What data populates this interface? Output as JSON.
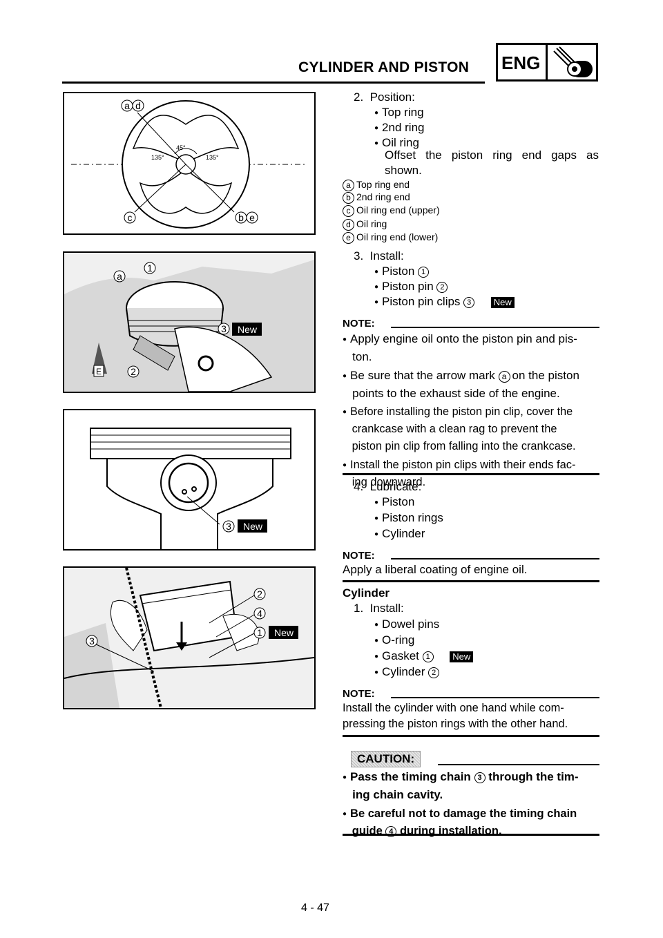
{
  "header": {
    "title": "CYLINDER AND PISTON",
    "section": "ENG"
  },
  "step2": {
    "num": "2.",
    "label": "Position:",
    "items": [
      "Top ring",
      "2nd ring",
      "Oil ring"
    ],
    "desc1": "Offset the piston ring end gaps as",
    "desc2": "shown.",
    "legend": [
      {
        "k": "a",
        "t": "Top ring end"
      },
      {
        "k": "b",
        "t": "2nd ring end"
      },
      {
        "k": "c",
        "t": "Oil ring end (upper)"
      },
      {
        "k": "d",
        "t": "Oil ring"
      },
      {
        "k": "e",
        "t": "Oil ring end (lower)"
      }
    ]
  },
  "step3": {
    "num": "3.",
    "label": "Install:",
    "items": [
      "Piston",
      "Piston pin",
      "Piston pin clips"
    ],
    "nums": [
      "1",
      "2",
      "3"
    ],
    "new": "New"
  },
  "note1": {
    "label": "NOTE:",
    "items": [
      [
        "Apply engine oil onto the piston pin and pis-",
        "ton."
      ],
      [
        "Be sure that the arrow mark",
        "on the piston",
        "points to the exhaust side of the engine."
      ],
      [
        "Before installing the piston pin clip, cover the",
        "crankcase with a clean rag to prevent the",
        "piston pin clip from falling into the crankcase."
      ],
      [
        "Install the piston pin clips with their ends fac-",
        "ing downward."
      ]
    ],
    "mark": "a"
  },
  "step4": {
    "num": "4.",
    "label": "Lubricate:",
    "items": [
      "Piston",
      "Piston rings",
      "Cylinder"
    ]
  },
  "note2": {
    "label": "NOTE:",
    "text": "Apply a liberal coating of engine oil."
  },
  "cyl": {
    "heading": "Cylinder",
    "num": "1.",
    "label": "Install:",
    "items": [
      "Dowel pins",
      "O-ring",
      "Gasket",
      "Cylinder"
    ],
    "nums": [
      "1",
      "2"
    ],
    "new": "New"
  },
  "note3": {
    "label": "NOTE:",
    "l1": "Install the cylinder with one hand while com-",
    "l2": "pressing the piston rings with the other hand."
  },
  "caution": {
    "label": "CAUTION:",
    "i1a": "Pass the timing chain",
    "i1b": "through the tim-",
    "i1c": "ing chain cavity.",
    "i2a": "Be careful not to damage the timing chain",
    "i2b": "guide",
    "i2c": "during installation.",
    "n3": "3",
    "n4": "4"
  },
  "fig1": {
    "a": "a",
    "d": "d",
    "c": "c",
    "b": "b",
    "e": "e",
    "deg45": "45°",
    "deg135l": "135°",
    "deg135r": "135°"
  },
  "fig2": {
    "a": "a",
    "n1": "1",
    "n2": "2",
    "n3": "3",
    "new": "New",
    "e": "E"
  },
  "fig3": {
    "n3": "3",
    "new": "New"
  },
  "fig4": {
    "n1": "1",
    "n2": "2",
    "n3": "3",
    "n4": "4",
    "new": "New"
  },
  "footer": {
    "page": "4 - 47"
  }
}
